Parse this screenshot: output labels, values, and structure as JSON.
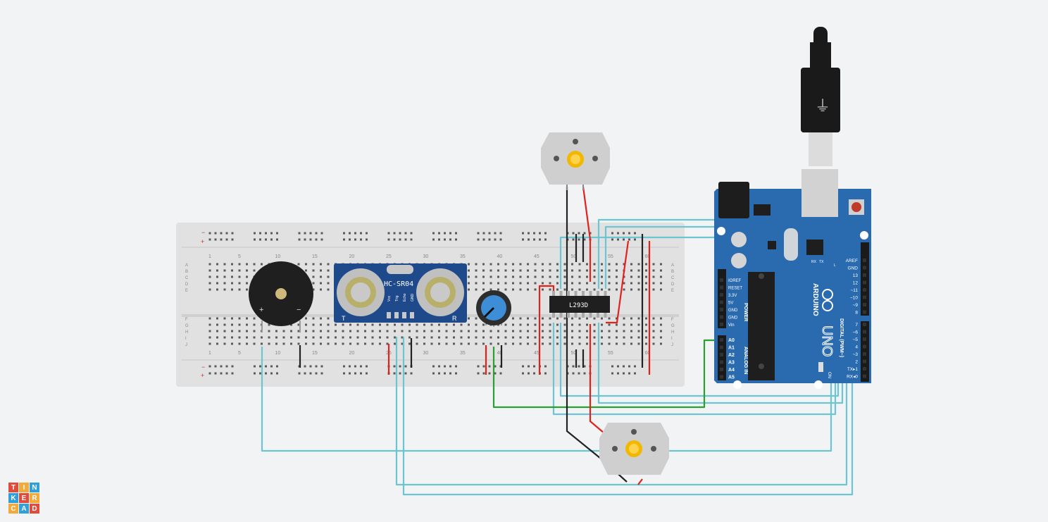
{
  "app": {
    "logo_letters": [
      "T",
      "I",
      "N",
      "K",
      "E",
      "R",
      "C",
      "A",
      "D"
    ],
    "logo_colors": [
      "#e14b3b",
      "#f4a93b",
      "#2fa0d9",
      "#2fa0d9",
      "#e14b3b",
      "#f4a93b",
      "#f4a93b",
      "#2fa0d9",
      "#e14b3b"
    ]
  },
  "breadboard": {
    "column_numbers": [
      "1",
      "5",
      "10",
      "15",
      "20",
      "25",
      "30",
      "35",
      "40",
      "45",
      "50",
      "55",
      "60"
    ],
    "row_letters_top": [
      "A",
      "B",
      "C",
      "D",
      "E"
    ],
    "row_letters_bottom": [
      "F",
      "G",
      "H",
      "I",
      "J"
    ],
    "rail_plus": "+",
    "rail_minus": "−"
  },
  "sensor": {
    "label": "HC-SR04",
    "pins": [
      "Vcc",
      "Trig",
      "Echo",
      "GND"
    ],
    "left_mark": "T",
    "right_mark": "R"
  },
  "driver": {
    "label": "L293D"
  },
  "buzzer": {
    "plus": "+",
    "minus": "−"
  },
  "arduino": {
    "brand": "ARDUINO",
    "model": "UNO",
    "on_label": "ON",
    "power_pins": [
      "IOREF",
      "RESET",
      "3.3V",
      "5V",
      "GND",
      "GND",
      "Vin"
    ],
    "power_title": "POWER",
    "analog_pins": [
      "A0",
      "A1",
      "A2",
      "A3",
      "A4",
      "A5"
    ],
    "analog_title": "ANALOG IN",
    "digital_top": [
      "AREF",
      "GND",
      "13",
      "12",
      "~11",
      "~10",
      "~9",
      "8"
    ],
    "digital_bottom": [
      "7",
      "~6",
      "~5",
      "4",
      "~3",
      "2",
      "TX▸1",
      "RX◂0"
    ],
    "digital_title": "DIGITAL (PWM~)",
    "tx": "TX",
    "rx": "RX",
    "l": "L"
  },
  "colors": {
    "wire_signal": "#6cc6d2",
    "wire_power": "#e0221d",
    "wire_ground": "#222222",
    "wire_analog": "#2aa033",
    "board_blue": "#2a6bb0",
    "breadboard": "#e0e0e0"
  }
}
